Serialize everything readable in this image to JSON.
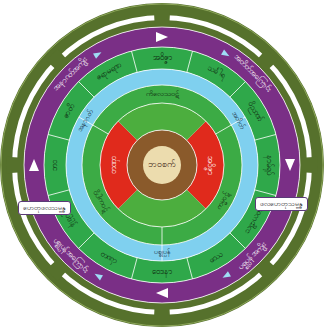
{
  "diagram": {
    "nodes": [
      {
        "text": [
          "ဟေတုဖလသမ္ဗန္ဓ"
        ]
      },
      {
        "text": [
          "ဖလဟေတုသမ္ဗန္ဓ"
        ]
      }
    ],
    "labels": [
      "အတိတ်အကြောင်း",
      "ပစ္စုပ္ပန်အကျိုး",
      "ပစ္စုပ္ပန်အကြောင်း",
      "အနာဂတ်အကျိုး",
      "အဝိဇ္ဇာ",
      "သင်္ခါရ",
      "ဝိညာဏ်",
      "နာမ်ရုပ်",
      "သဠာယတန",
      "ဖဿ",
      "ဝေဒနာ",
      "တဏှာ",
      "ဥပါဒါန်",
      "ဘဝ",
      "ဇာတိ",
      "ဇရာမရဏ",
      "အတိတ်",
      "ပစ္စုပ္ပန်",
      "အနာဂတ်",
      "ကိလေသဝဋ်",
      "ကမ္မဝဋ်",
      "ဝိပါကဝဋ်",
      "အဝိဇ္ဇာ",
      "တဏှာ",
      "ဘဝစက်"
    ]
  }
}
